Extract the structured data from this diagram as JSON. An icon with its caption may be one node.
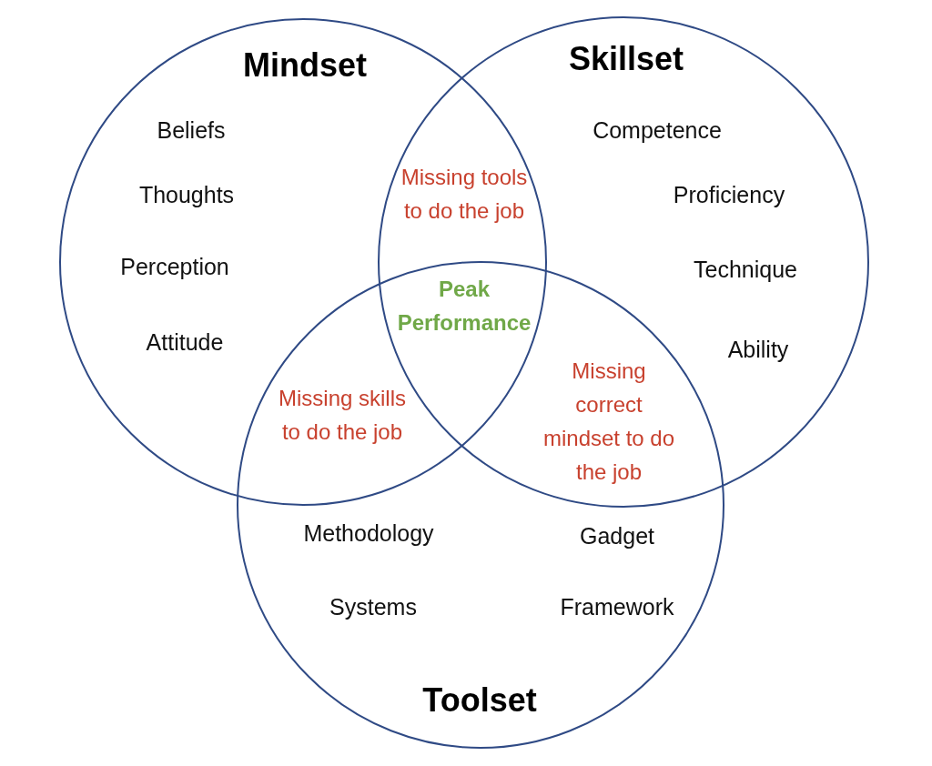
{
  "diagram": {
    "nodes": [
      {
        "text": [
          "Mindset",
          "Beliefs",
          "Thoughts",
          "Perception",
          "Attitude"
        ]
      },
      {
        "text": [
          "Skillset",
          "Competence",
          "Proficiency",
          "Technique",
          "Ability"
        ]
      },
      {
        "text": [
          "Toolset",
          "Methodology",
          "Systems",
          "Gadget",
          "Framework"
        ]
      }
    ],
    "labels": [
      "Missing tools to do the job",
      "Peak Performance",
      "Missing skills to do the job",
      "Missing correct mindset to do the job"
    ]
  }
}
